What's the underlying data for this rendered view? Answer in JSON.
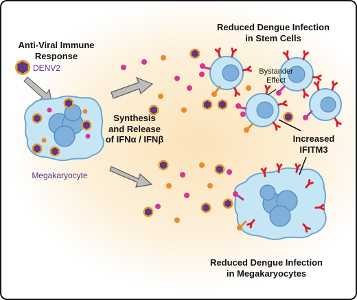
{
  "labels": {
    "left_title": "Anti-Viral Immune\nResponse",
    "virus": "DENV2",
    "megakaryocyte": "Megakaryocyte",
    "synthesis": "Synthesis\nand Release\nof IFNα / IFNβ",
    "stem_title": "Reduced Dengue Infection\nin Stem Cells",
    "bystander": "Bystander\nEffect",
    "ifitm3": "Increased\nIFITM3",
    "mk_title": "Reduced Dengue Infection\nin Megakaryocytes"
  },
  "colors": {
    "cell_fill": "#c7e6f5",
    "cell_stroke": "#6aa6d0",
    "nucleus": "#7fb0dc",
    "virus_core": "#5b3a8c",
    "virus_spike": "#e8962b",
    "ifn_magenta": "#d9348f",
    "ifn_orange": "#ec8a2a",
    "receptor_red": "#d6202f",
    "receptor_magenta": "#c0359a",
    "receptor_orange": "#e08a2a",
    "arrow_fill": "#bdbdbd",
    "label_purple": "#5a2d82"
  }
}
